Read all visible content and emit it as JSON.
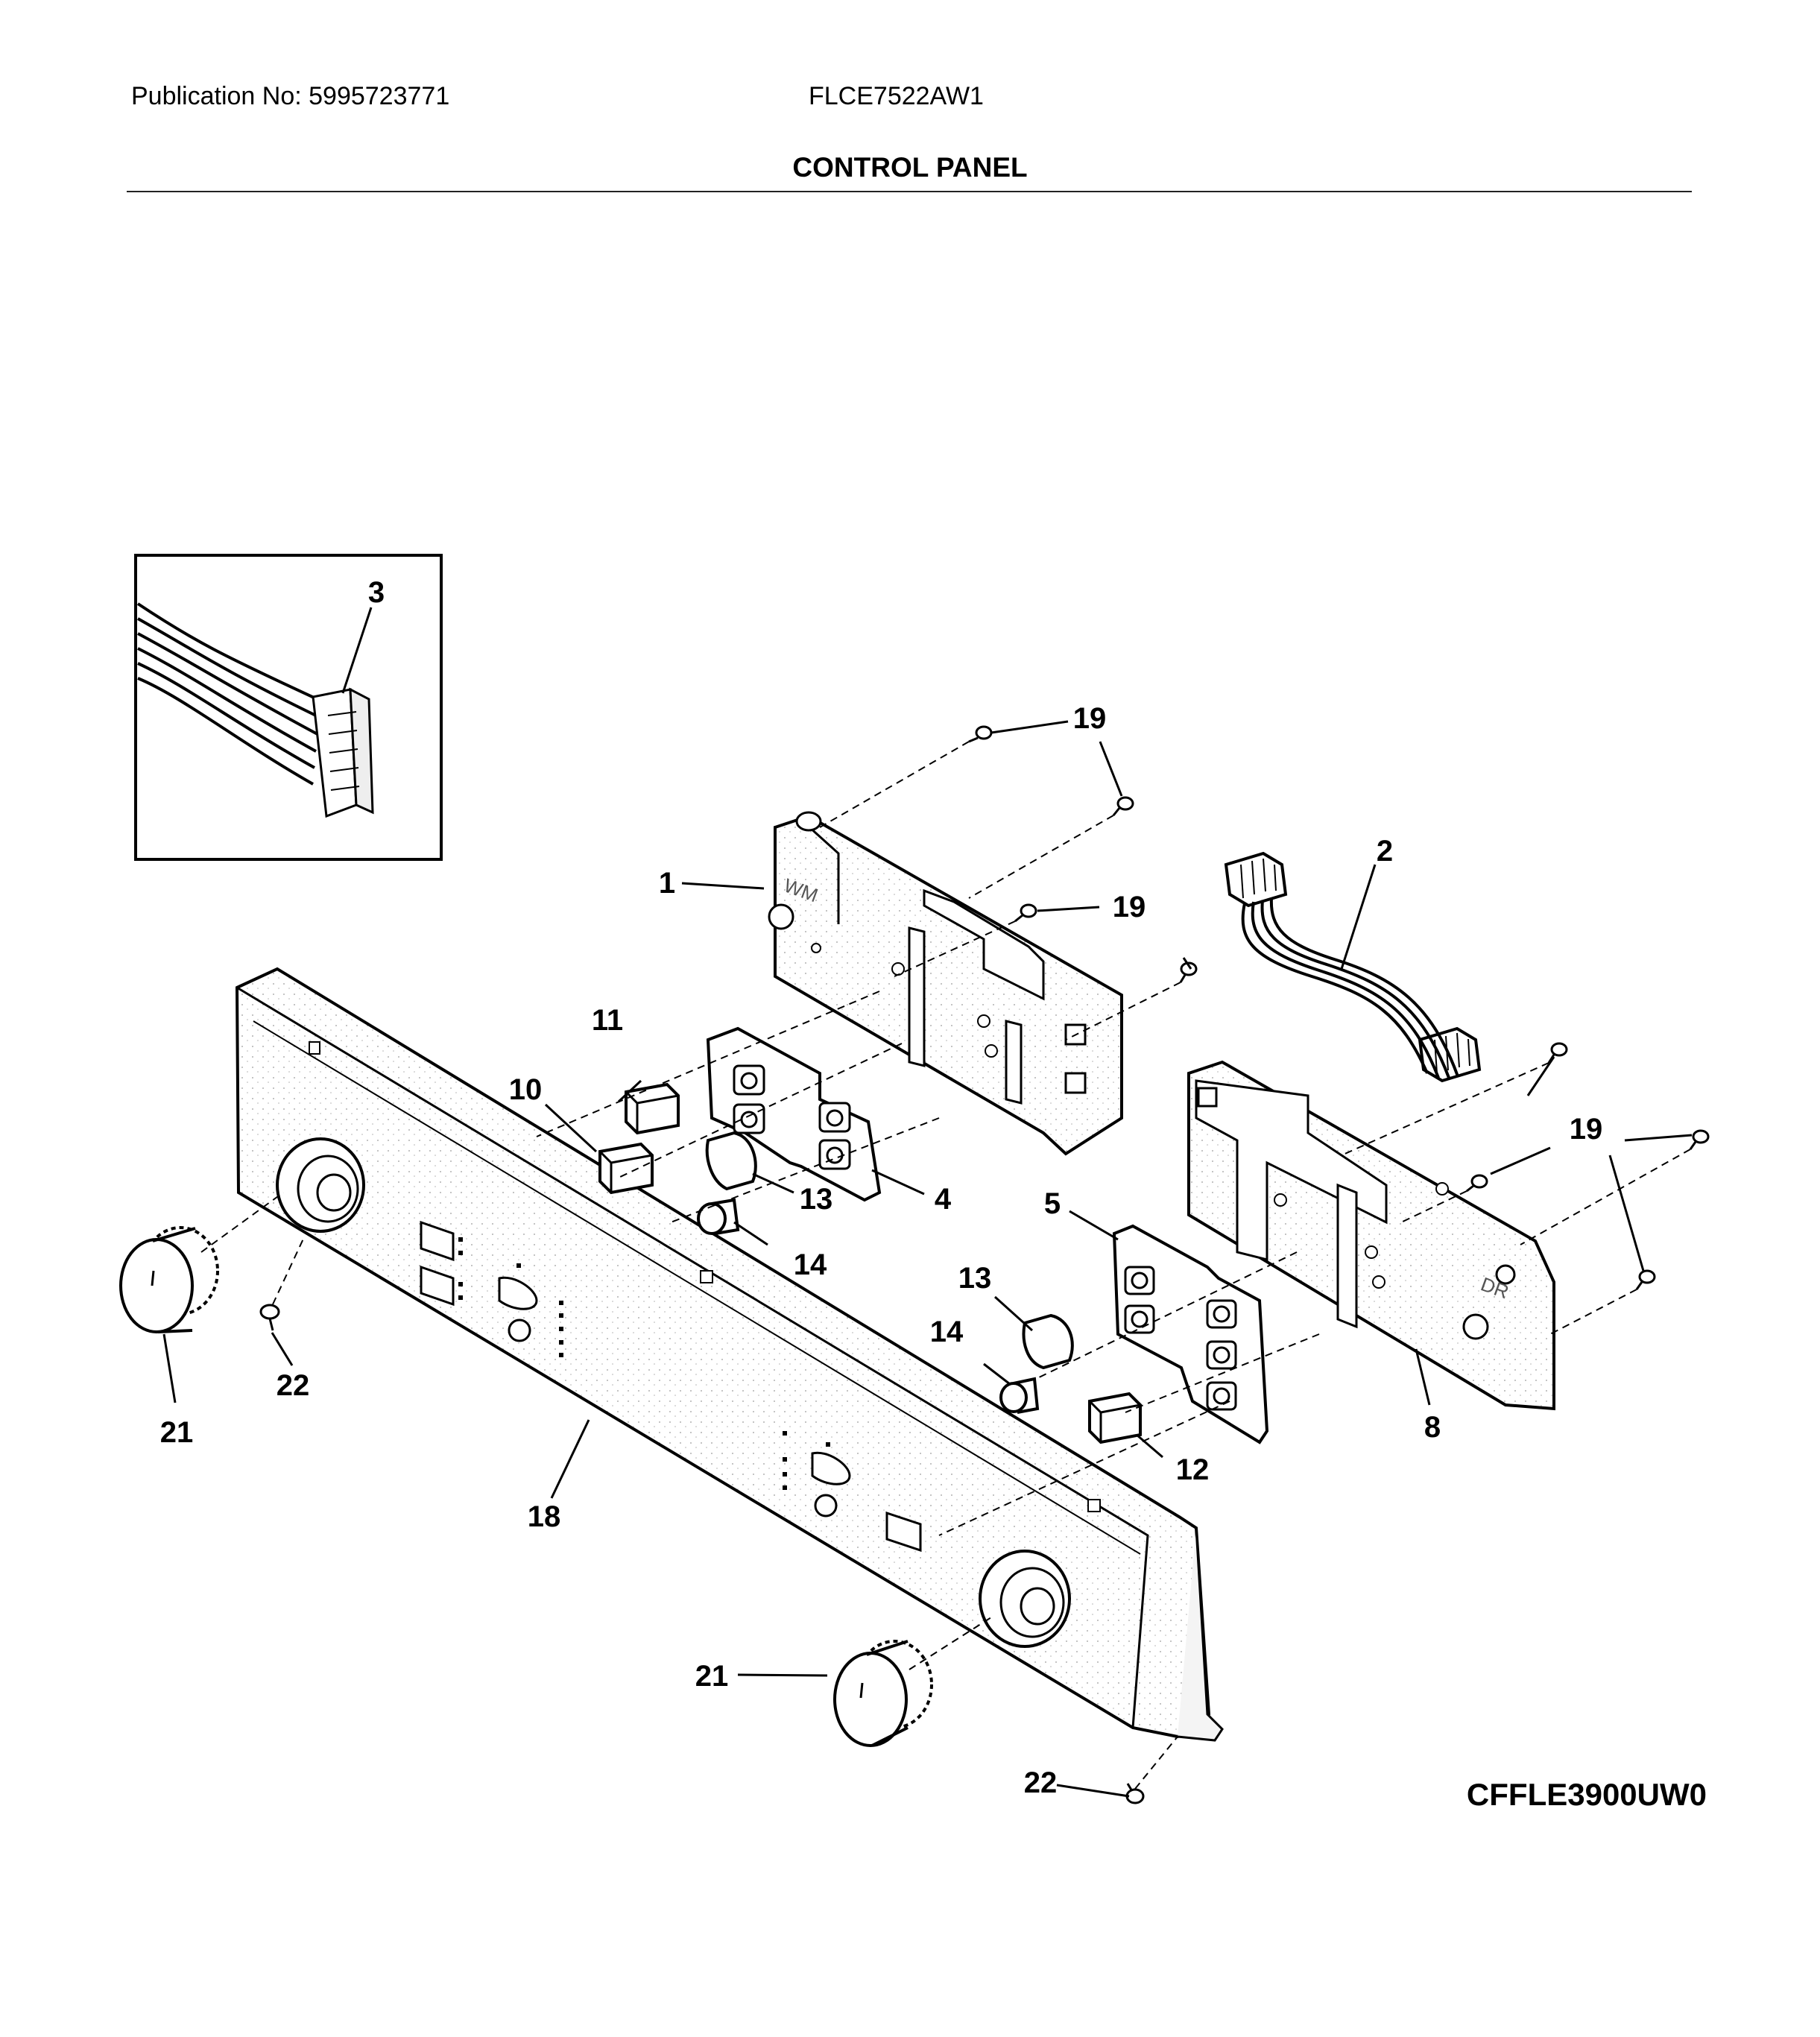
{
  "header": {
    "publication": "Publication No: 5995723771",
    "model": "FLCE7522AW1",
    "title": "CONTROL PANEL"
  },
  "diagram_code": "CFFLE3900UW0",
  "board_labels": {
    "left_board": "WM",
    "right_board": "DR"
  },
  "callouts": {
    "c1": "1",
    "c2": "2",
    "c3": "3",
    "c4": "4",
    "c5": "5",
    "c8": "8",
    "c10": "10",
    "c11": "11",
    "c12": "12",
    "c13a": "13",
    "c13b": "13",
    "c14a": "14",
    "c14b": "14",
    "c18": "18",
    "c19a": "19",
    "c19b": "19",
    "c19c": "19",
    "c21a": "21",
    "c21b": "21",
    "c22a": "22",
    "c22b": "22"
  }
}
